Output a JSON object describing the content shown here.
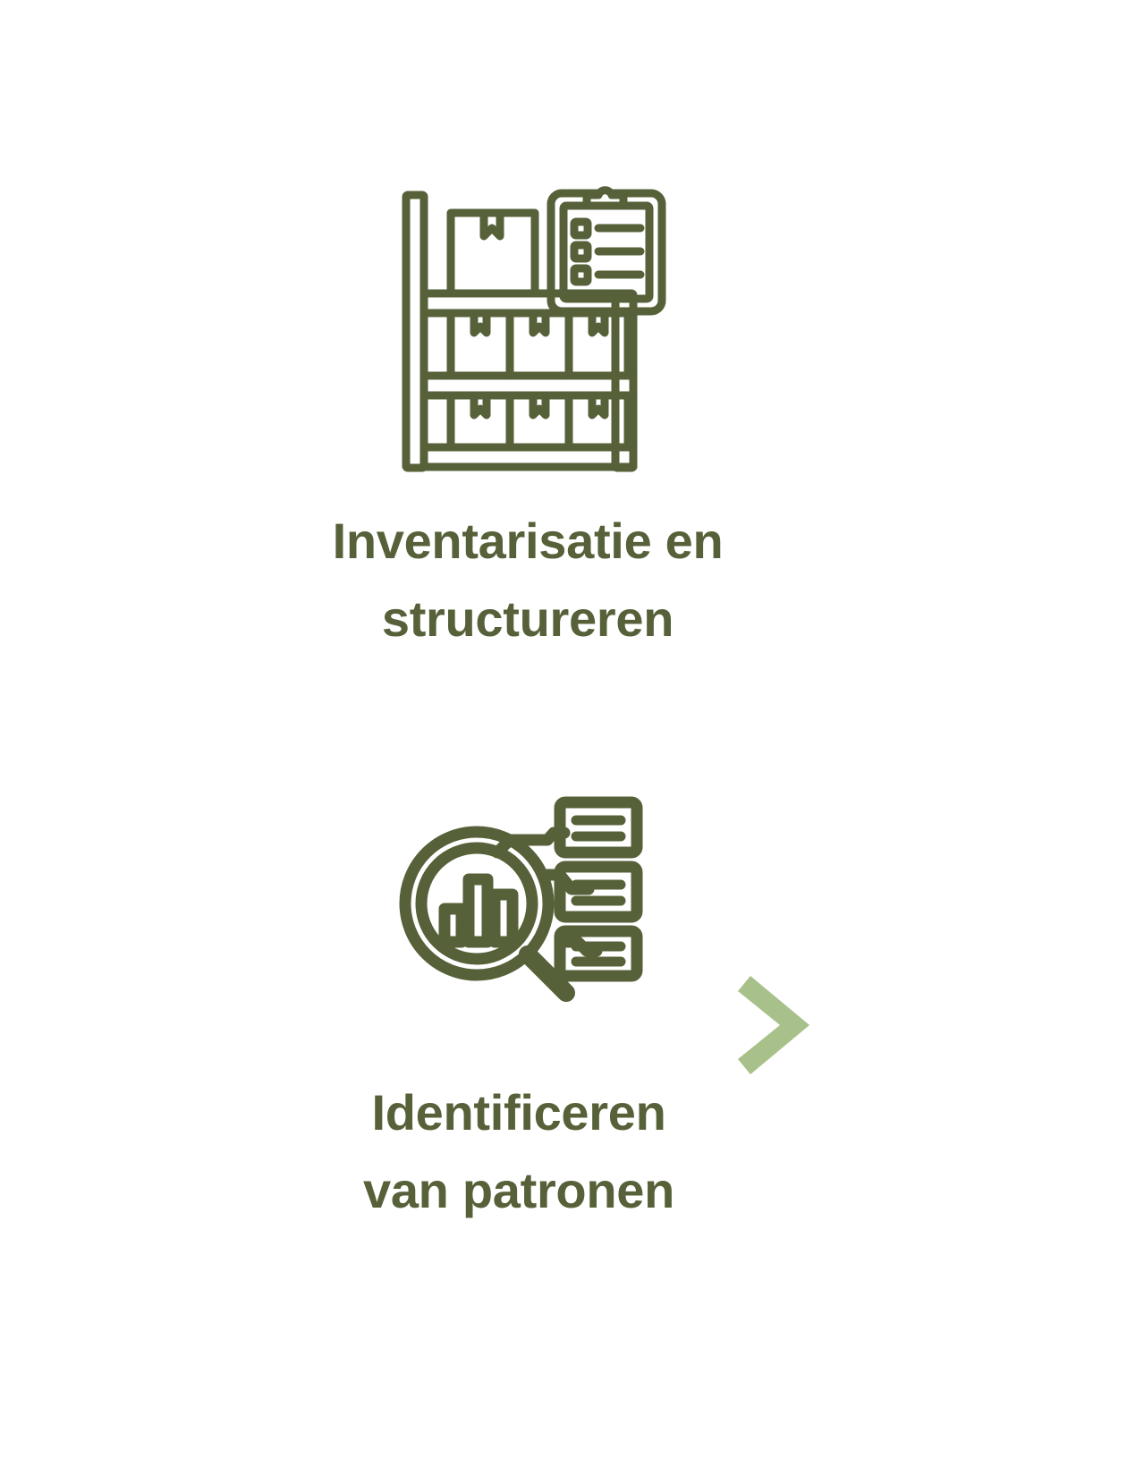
{
  "colors": {
    "background": "#ffffff",
    "icon_stroke": "#566139",
    "label_text": "#566139",
    "chevron": "#a8c089"
  },
  "steps": [
    {
      "id": "inventarisatie-en-structureren",
      "icon_name": "shelf-with-boxes-and-clipboard-icon",
      "label_line_1": "Inventarisatie en",
      "label_line_2": "structureren"
    },
    {
      "id": "identificeren-van-patronen",
      "icon_name": "magnifier-bar-chart-with-nodes-icon",
      "label_line_1": "Identificeren",
      "label_line_2": "van patronen"
    }
  ],
  "chevron": {
    "icon_name": "chevron-right-icon",
    "direction": "right"
  }
}
